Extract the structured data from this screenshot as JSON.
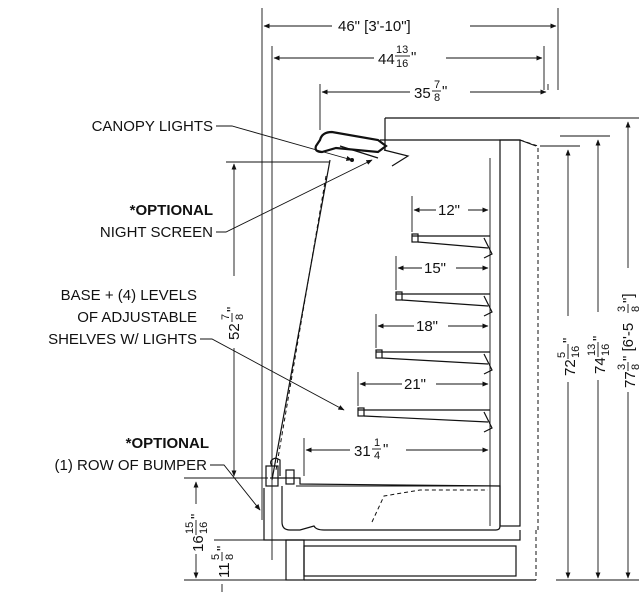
{
  "labels": {
    "canopy_lights": "CANOPY LIGHTS",
    "optional_1": "*OPTIONAL",
    "night_screen": "NIGHT SCREEN",
    "shelves_line1": "BASE + (4) LEVELS",
    "shelves_line2": "OF ADJUSTABLE",
    "shelves_line3": "SHELVES W/ LIGHTS",
    "optional_2": "*OPTIONAL",
    "bumper": "(1) ROW OF BUMPER"
  },
  "dimensions": {
    "overall_width": "46\" [3'-10\"]",
    "width_2_whole": "44",
    "width_2_num": "13",
    "width_2_den": "16",
    "width_2_unit": "\"",
    "width_3_whole": "35",
    "width_3_num": "7",
    "width_3_den": "8",
    "width_3_unit": "\"",
    "shelf_1": "12\"",
    "shelf_2": "15\"",
    "shelf_3": "18\"",
    "shelf_4": "21\"",
    "base_depth_whole": "31",
    "base_depth_num": "1",
    "base_depth_den": "4",
    "base_depth_unit": "\"",
    "left_height_whole": "52",
    "left_height_num": "7",
    "left_height_den": "8",
    "left_height_unit": "\"",
    "bumper_height_whole": "16",
    "bumper_height_num": "15",
    "bumper_height_den": "16",
    "bumper_height_unit": "\"",
    "base_height_whole": "11",
    "base_height_num": "5",
    "base_height_den": "8",
    "base_height_unit": "\"",
    "right_height_1_whole": "72",
    "right_height_1_num": "5",
    "right_height_1_den": "16",
    "right_height_1_unit": "\"",
    "right_height_2_whole": "74",
    "right_height_2_num": "13",
    "right_height_2_den": "16",
    "right_height_2_unit": "\"",
    "right_height_3_whole": "77",
    "right_height_3_num": "3",
    "right_height_3_den": "8",
    "right_height_3_unit": "\" [6'-5",
    "right_height_3_num2": "3",
    "right_height_3_den2": "8",
    "right_height_3_tail": "\"]"
  }
}
